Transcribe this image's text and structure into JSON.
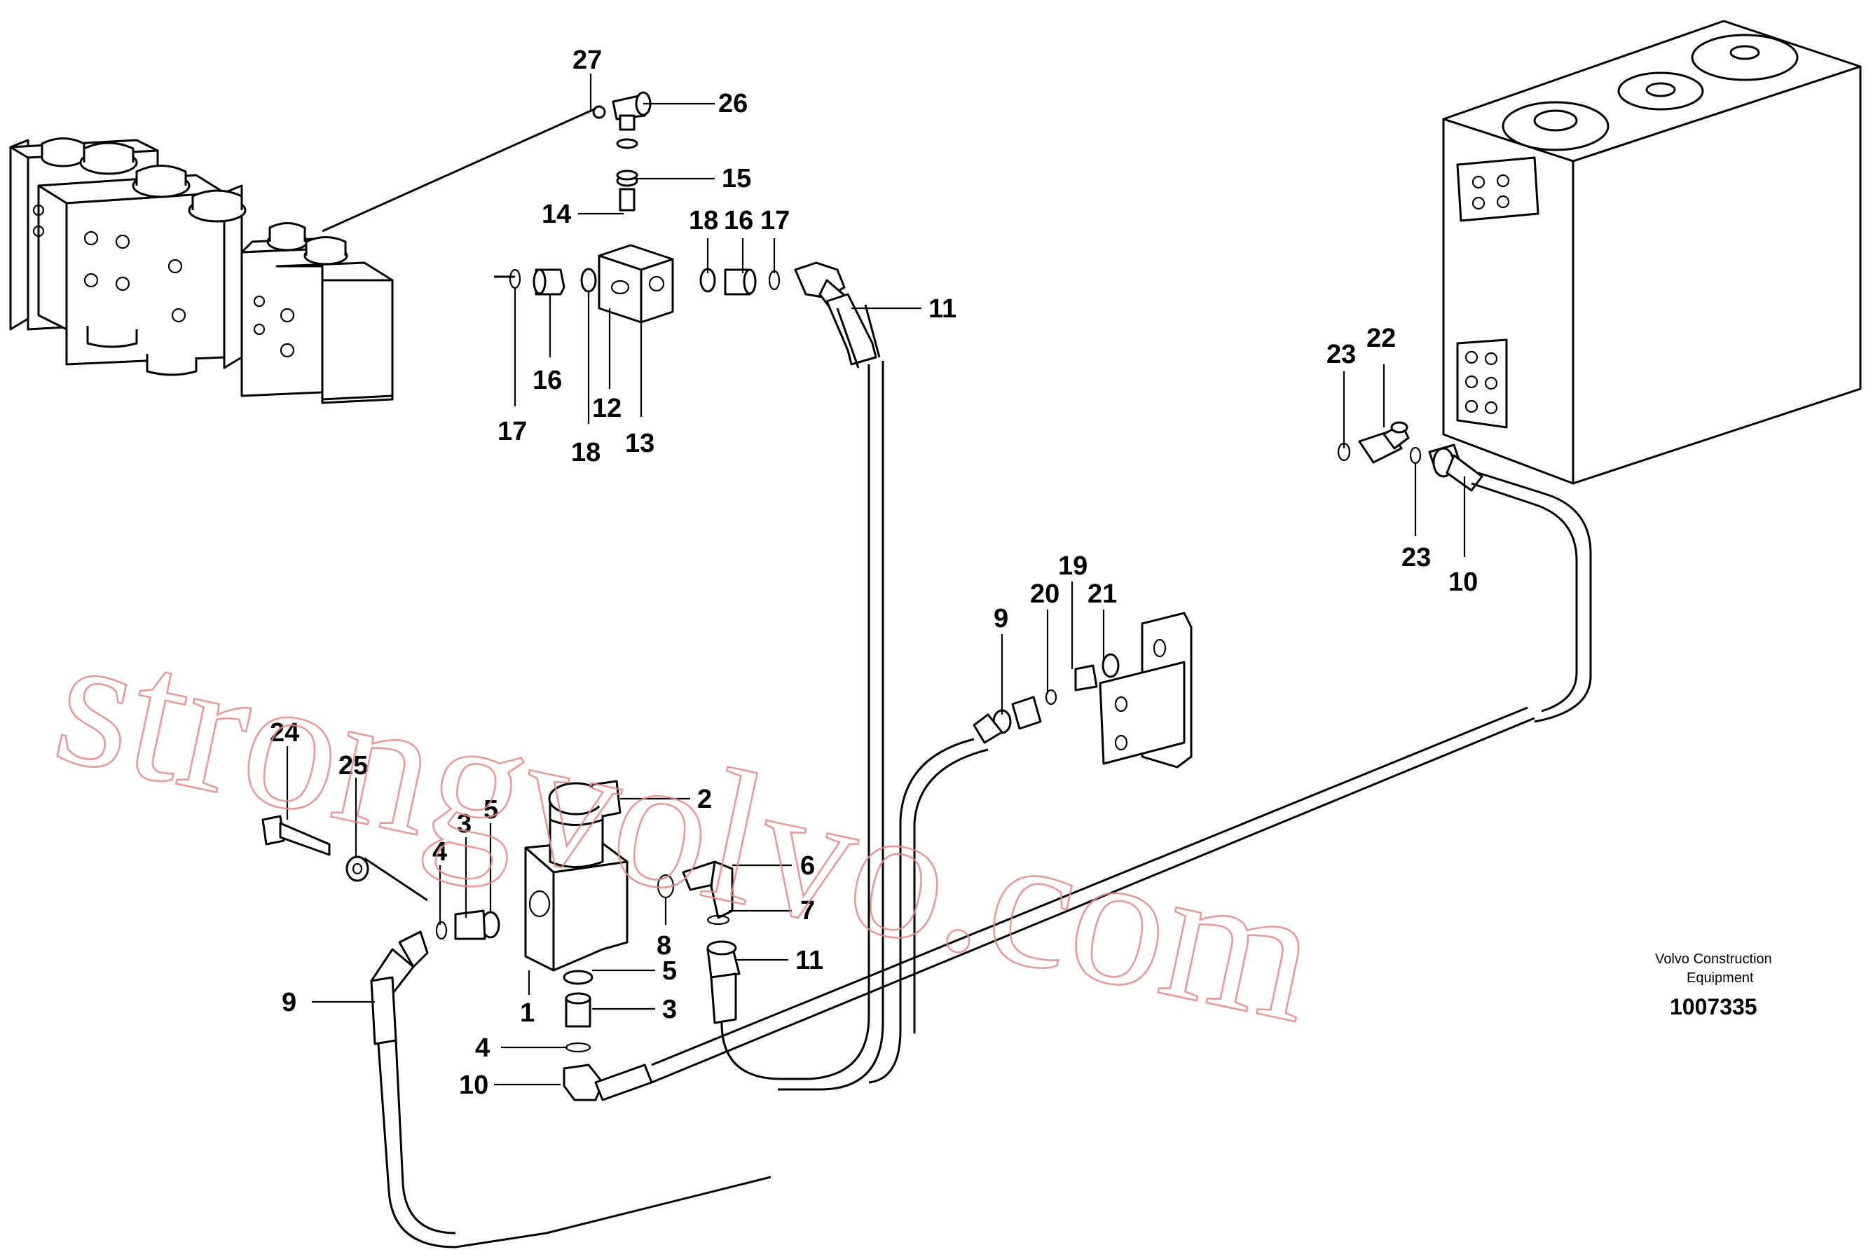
{
  "callouts": [
    {
      "label": "27"
    },
    {
      "label": "26"
    },
    {
      "label": "15"
    },
    {
      "label": "14"
    },
    {
      "label": "18"
    },
    {
      "label": "16"
    },
    {
      "label": "17"
    },
    {
      "label": "11"
    },
    {
      "label": "17"
    },
    {
      "label": "16"
    },
    {
      "label": "18"
    },
    {
      "label": "12"
    },
    {
      "label": "13"
    },
    {
      "label": "23"
    },
    {
      "label": "22"
    },
    {
      "label": "23"
    },
    {
      "label": "10"
    },
    {
      "label": "19"
    },
    {
      "label": "20"
    },
    {
      "label": "21"
    },
    {
      "label": "9"
    },
    {
      "label": "24"
    },
    {
      "label": "25"
    },
    {
      "label": "2"
    },
    {
      "label": "3"
    },
    {
      "label": "4"
    },
    {
      "label": "5"
    },
    {
      "label": "6"
    },
    {
      "label": "7"
    },
    {
      "label": "8"
    },
    {
      "label": "11"
    },
    {
      "label": "5"
    },
    {
      "label": "9"
    },
    {
      "label": "1"
    },
    {
      "label": "3"
    },
    {
      "label": "4"
    },
    {
      "label": "10"
    }
  ],
  "caption": {
    "line1": "Volvo Construction",
    "line2": "Equipment",
    "doc_number": "1007335"
  },
  "watermark": "strongvolvo.com",
  "colors": {
    "ink": "#000000",
    "watermark": "#e08a8a",
    "background": "#ffffff"
  }
}
